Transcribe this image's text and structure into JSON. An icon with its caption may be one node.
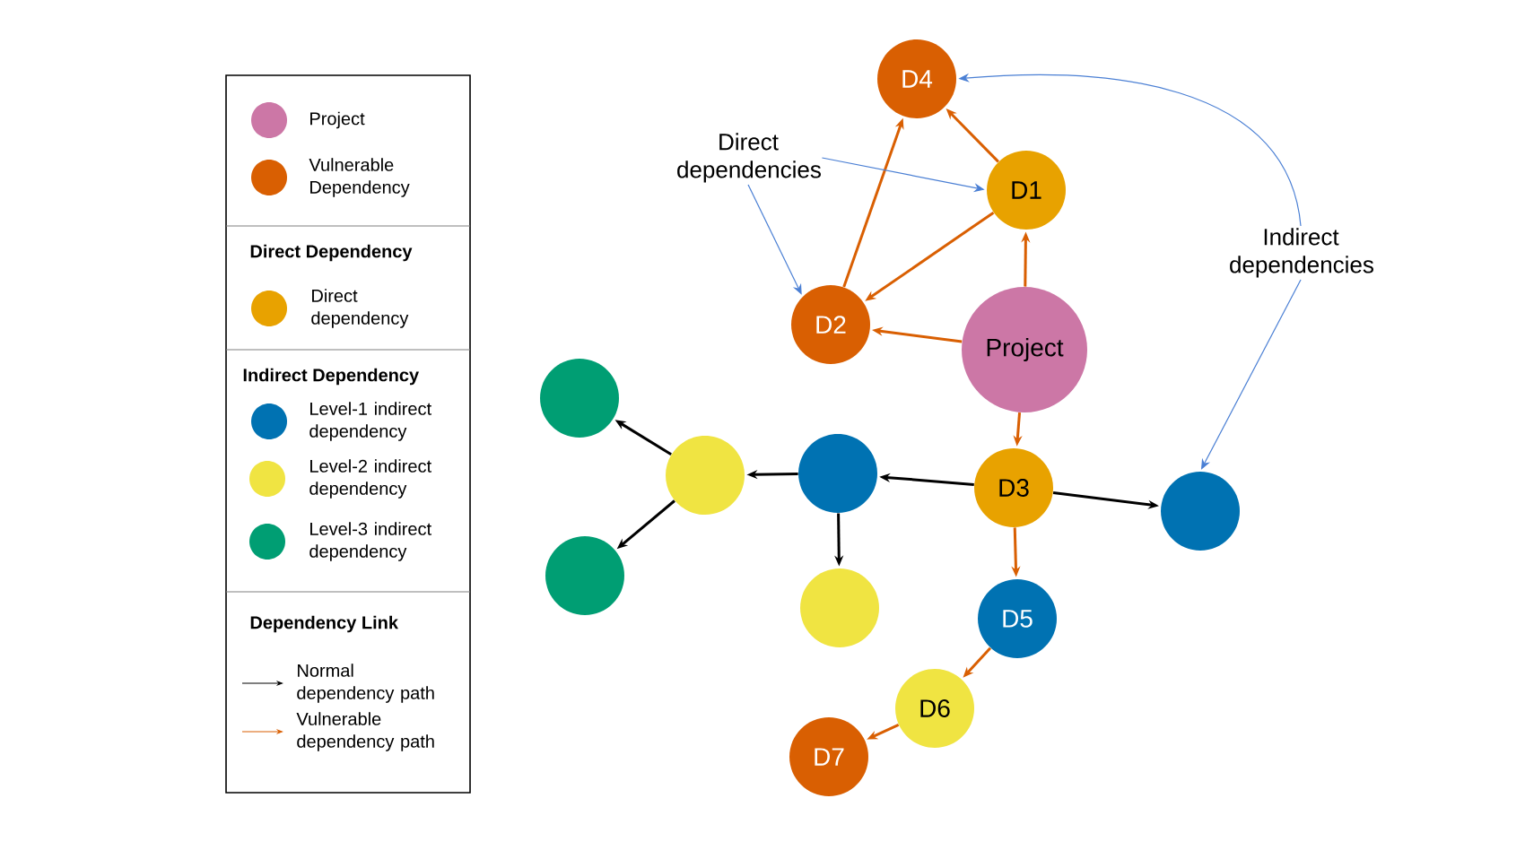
{
  "diagram": {
    "nodes": [
      {
        "text": [
          "Project"
        ]
      },
      {
        "text": [
          "D1"
        ]
      },
      {
        "text": [
          "D4"
        ]
      },
      {
        "text": [
          "D2"
        ]
      },
      {
        "text": [
          "D3"
        ]
      },
      {
        "text": [],
        "shape": "circle"
      },
      {
        "text": [],
        "shape": "circle"
      },
      {
        "text": [],
        "shape": "circle"
      },
      {
        "text": [],
        "shape": "circle"
      },
      {
        "text": [],
        "shape": "circle"
      },
      {
        "text": [],
        "shape": "circle"
      },
      {
        "text": [
          "D5"
        ]
      },
      {
        "text": [
          "D6"
        ]
      },
      {
        "text": [
          "D7"
        ]
      },
      {
        "text": [
          "Direct dependencies"
        ]
      },
      {
        "text": [
          "Indirect dependencies"
        ]
      }
    ],
    "edges": [
      {
        "from": 0,
        "to": 1,
        "arrow": "to"
      },
      {
        "from": 0,
        "to": 3,
        "arrow": "to"
      },
      {
        "from": 1,
        "to": 2,
        "arrow": "to"
      },
      {
        "from": 1,
        "to": 3,
        "arrow": "to"
      },
      {
        "from": 3,
        "to": 2,
        "arrow": "to"
      },
      {
        "from": 0,
        "to": 4,
        "arrow": "to"
      },
      {
        "from": 4,
        "to": 5,
        "arrow": "to",
        "color": "#000000"
      },
      {
        "from": 5,
        "to": 6,
        "arrow": "to",
        "color": "#000000"
      },
      {
        "from": 6,
        "to": 7,
        "arrow": "to",
        "color": "#000000"
      },
      {
        "from": 6,
        "to": 8,
        "arrow": "to",
        "color": "#000000"
      },
      {
        "from": 5,
        "to": 9,
        "arrow": "to",
        "color": "#000000"
      },
      {
        "from": 4,
        "to": 10,
        "arrow": "to",
        "color": "#000000"
      },
      {
        "from": 4,
        "to": 11,
        "arrow": "to"
      },
      {
        "from": 11,
        "to": 12,
        "arrow": "to"
      },
      {
        "from": 12,
        "to": 13,
        "arrow": "to"
      },
      {
        "from": 14,
        "to": 1,
        "arrow": "to",
        "color": "#4a7fd4"
      },
      {
        "from": 14,
        "to": 3,
        "arrow": "to",
        "color": "#4a7fd4"
      },
      {
        "from": 15,
        "to": 2,
        "arrow": "to",
        "color": "#4a7fd4"
      },
      {
        "from": 15,
        "to": 10,
        "arrow": "to",
        "color": "#4a7fd4"
      }
    ],
    "labels": [
      "Direct Dependency",
      "Indirect Dependency",
      "Dependency Link"
    ],
    "legend": [
      {
        "text": "Project",
        "color": "#cc77a6"
      },
      {
        "text": "Vulnerable Dependency",
        "color": "#d95f02"
      },
      {
        "text": "Direct dependency",
        "color": "#e8a200"
      },
      {
        "text": "Level-1 indirect dependency",
        "color": "#0072b2"
      },
      {
        "text": "Level-2 indirect dependency",
        "color": "#f0e442"
      },
      {
        "text": "Level-3 indirect dependency",
        "color": "#009e73"
      },
      {
        "text": "Normal dependency path"
      },
      {
        "text": "Vulnerable dependency path"
      }
    ]
  }
}
